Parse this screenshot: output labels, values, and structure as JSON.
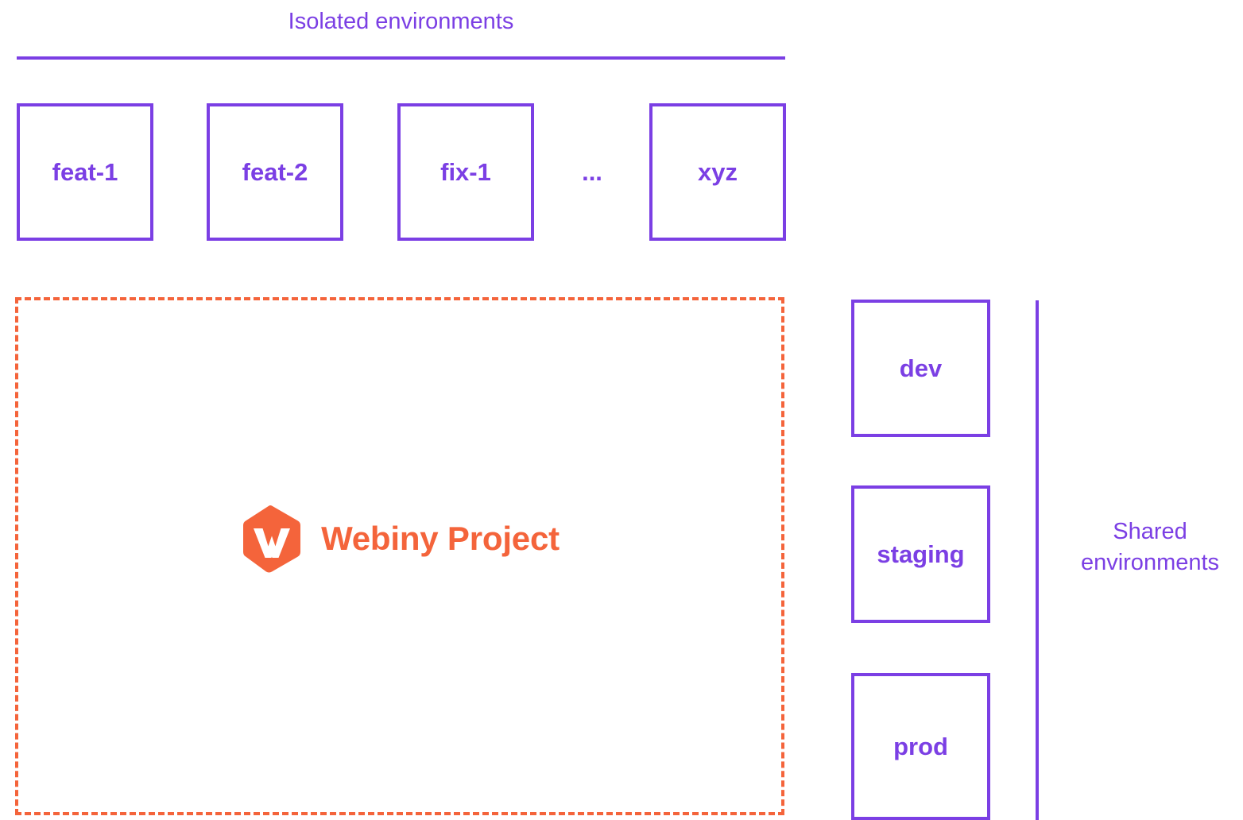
{
  "diagram": {
    "background": "#ffffff",
    "colors": {
      "purple": "#7B3FE4",
      "orange": "#F4643B",
      "white": "#ffffff"
    },
    "isolated": {
      "title": "Isolated environments",
      "boxes": [
        {
          "label": "feat-1"
        },
        {
          "label": "feat-2"
        },
        {
          "label": "fix-1"
        },
        {
          "label": "xyz"
        }
      ],
      "ellipsis": "..."
    },
    "project": {
      "title": "Webiny Project",
      "logo_icon": "webiny-hexagon-logo",
      "border_style": "dashed"
    },
    "shared": {
      "label_line_1": "Shared",
      "label_line_2": "environments",
      "boxes": [
        {
          "label": "dev"
        },
        {
          "label": "staging"
        },
        {
          "label": "prod"
        }
      ]
    }
  }
}
